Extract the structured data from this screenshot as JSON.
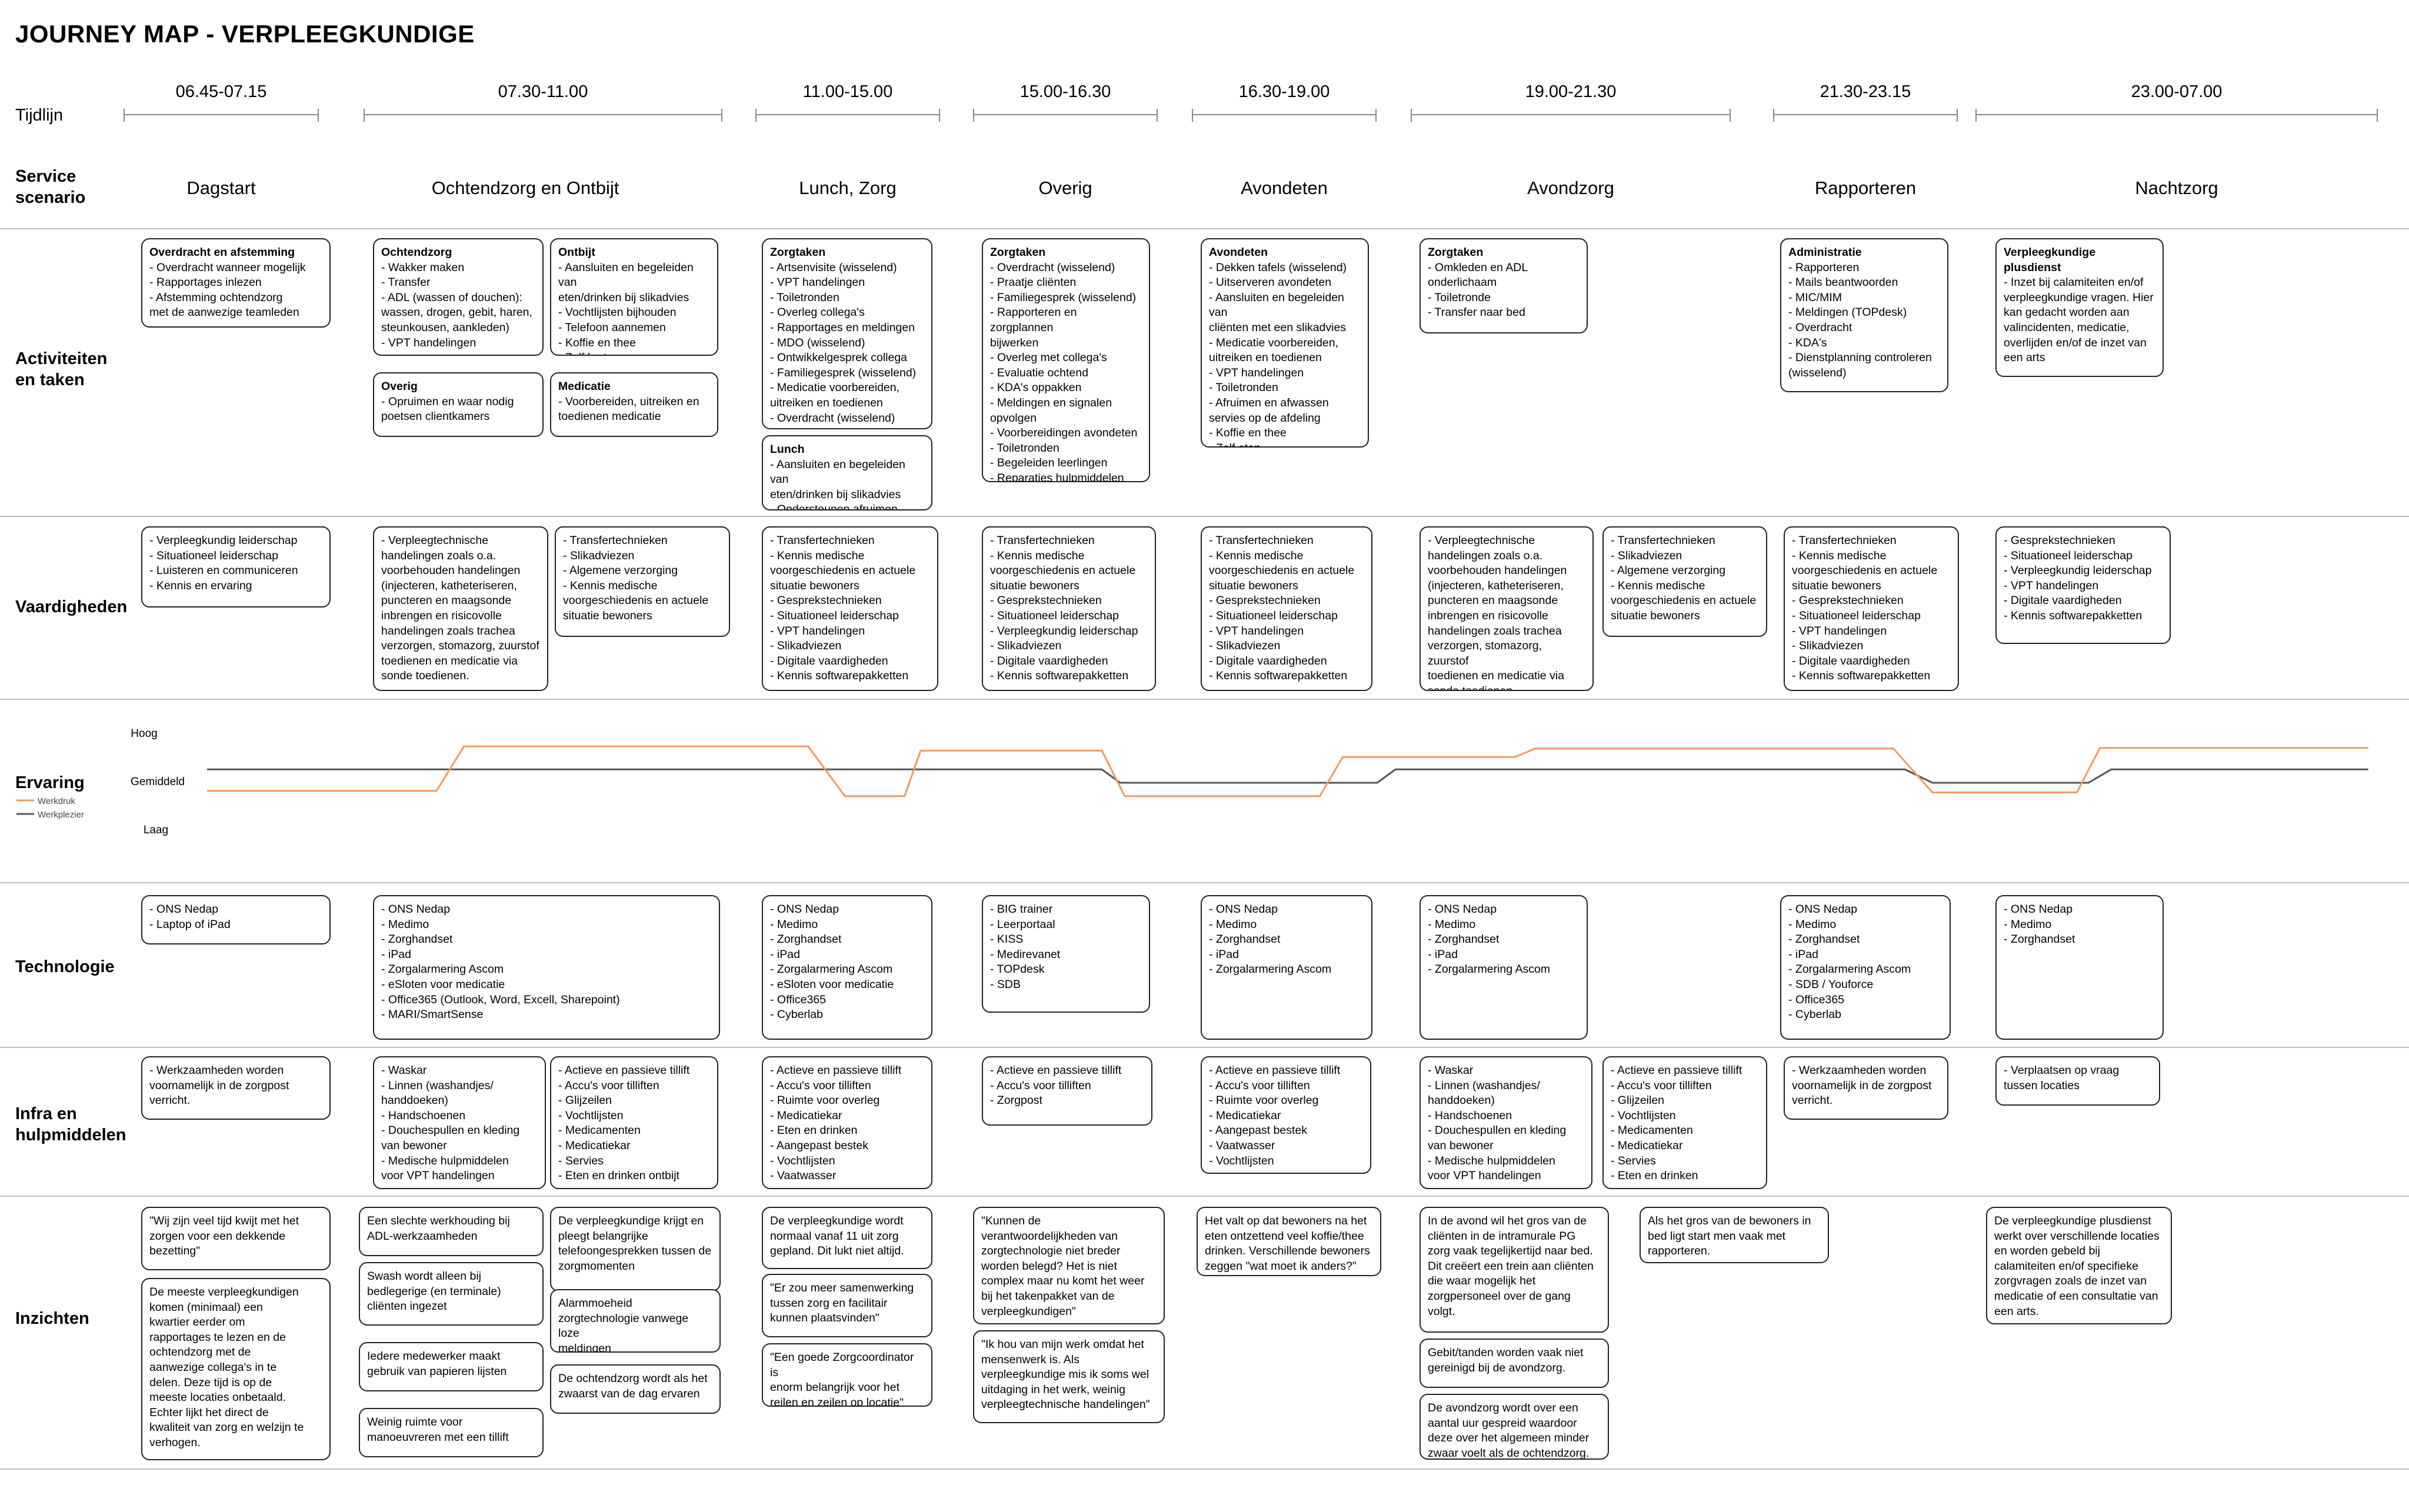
{
  "title": "JOURNEY MAP - VERPLEEGKUNDIGE",
  "row_labels": {
    "tijdlijn": "Tijdlijn",
    "service": [
      "Service",
      "scenario"
    ],
    "activiteiten": [
      "Activiteiten",
      "en taken"
    ],
    "vaardigheden": "Vaardigheden",
    "ervaring": "Ervaring",
    "technologie": "Technologie",
    "infra": [
      "Infra en",
      "hulpmiddelen"
    ],
    "inzichten": "Inzichten"
  },
  "columns": [
    {
      "time": "06.45-07.15",
      "phase": "Dagstart"
    },
    {
      "time": "07.30-11.00",
      "phase": "Ochtendzorg en Ontbijt"
    },
    {
      "time": "11.00-15.00",
      "phase": "Lunch, Zorg"
    },
    {
      "time": "15.00-16.30",
      "phase": "Overig"
    },
    {
      "time": "16.30-19.00",
      "phase": "Avondeten"
    },
    {
      "time": "19.00-21.30",
      "phase": "Avondzorg"
    },
    {
      "time": "21.30-23.15",
      "phase": "Rapporteren"
    },
    {
      "time": "23.00-07.00",
      "phase": "Nachtzorg"
    }
  ],
  "activiteiten": [
    {
      "title": "Overdracht en afstemming",
      "lines": [
        "- Overdracht wanneer mogelijk",
        "- Rapportages inlezen",
        "- Afstemming ochtendzorg",
        "met de aanwezige teamleden"
      ]
    },
    {
      "title": "Ochtendzorg",
      "lines": [
        "- Wakker maken",
        "- Transfer",
        "- ADL (wassen of douchen):",
        "wassen, drogen, gebit, haren,",
        "steunkousen, aankleden)",
        "- VPT handelingen"
      ]
    },
    {
      "title": "Ontbijt",
      "lines": [
        "- Aansluiten en begeleiden van",
        "eten/drinken bij slikadvies",
        "- Vochtlijsten bijhouden",
        "- Telefoon aannemen",
        "- Koffie en thee",
        "- Zelf korte pauze"
      ]
    },
    {
      "title": "Overig",
      "lines": [
        "- Opruimen en waar nodig",
        "poetsen clientkamers"
      ]
    },
    {
      "title": "Medicatie",
      "lines": [
        "- Voorbereiden, uitreiken en",
        "toedienen medicatie"
      ]
    },
    {
      "title": "Zorgtaken",
      "lines": [
        "- Artsenvisite (wisselend)",
        "- VPT handelingen",
        "- Toiletronden",
        "- Overleg collega's",
        "- Rapportages en meldingen",
        "- MDO (wisselend)",
        "- Ontwikkelgesprek collega",
        "- Familiegesprek (wisselend)",
        "- Medicatie voorbereiden,",
        "uitreiken en toedienen",
        "- Overdracht (wisselend)"
      ]
    },
    {
      "title": "Lunch",
      "lines": [
        "- Aansluiten en begeleiden van",
        "eten/drinken bij slikadvies",
        "- Ondersteunen afruimen"
      ]
    },
    {
      "title": "Zorgtaken",
      "lines": [
        "- Overdracht (wisselend)",
        "- Praatje cliënten",
        "- Familiegesprek (wisselend)",
        "- Rapporteren en zorgplannen",
        "bijwerken",
        "- Overleg met collega's",
        "- Evaluatie ochtend",
        "- KDA's oppakken",
        "- Meldingen en signalen",
        "opvolgen",
        "- Voorbereidingen avondeten",
        "- Toiletronden",
        "- Begeleiden leerlingen",
        "- Reparaties hulpmiddelen"
      ]
    },
    {
      "title": "Avondeten",
      "lines": [
        "- Dekken tafels (wisselend)",
        "- Uitserveren avondeten",
        "- Aansluiten en begeleiden van",
        "cliënten met een slikadvies",
        "- Medicatie voorbereiden,",
        "uitreiken en toedienen",
        "- VPT handelingen",
        "- Toiletronden",
        "- Afruimen en afwassen",
        "servies op de afdeling",
        "- Koffie en thee",
        "- Zelf eten"
      ]
    },
    {
      "title": "Zorgtaken",
      "lines": [
        "- Omkleden en ADL",
        "onderlichaam",
        "- Toiletronde",
        "- Transfer naar bed"
      ]
    },
    {
      "title": "Administratie",
      "lines": [
        "- Rapporteren",
        "- Mails beantwoorden",
        "- MIC/MIM",
        "- Meldingen (TOPdesk)",
        "- Overdracht",
        "- KDA's",
        "- Dienstplanning controleren",
        "(wisselend)"
      ]
    },
    {
      "title": "Verpleegkundige plusdienst",
      "lines": [
        "- Inzet bij calamiteiten en/of",
        "verpleegkundige vragen. Hier",
        "kan gedacht worden aan",
        "valincidenten, medicatie,",
        "overlijden en/of de inzet van",
        "een arts"
      ]
    }
  ],
  "vaardigheden": [
    {
      "lines": [
        "- Verpleegkundig leiderschap",
        "- Situationeel leiderschap",
        "- Luisteren en communiceren",
        "- Kennis en ervaring"
      ]
    },
    {
      "lines": [
        "- Verpleegtechnische",
        "handelingen zoals o.a.",
        "voorbehouden handelingen",
        "(injecteren, katheteriseren,",
        "puncteren en maagsonde",
        "inbrengen en risicovolle",
        "handelingen zoals trachea",
        "verzorgen, stomazorg, zuurstof",
        "toedienen en medicatie via",
        "sonde toedienen."
      ]
    },
    {
      "lines": [
        "- Transfertechnieken",
        "- Slikadviezen",
        "- Algemene verzorging",
        "- Kennis medische",
        "voorgeschiedenis en actuele",
        "situatie bewoners"
      ]
    },
    {
      "lines": [
        "- Transfertechnieken",
        "- Kennis medische",
        "voorgeschiedenis en actuele",
        "situatie bewoners",
        "- Gesprekstechnieken",
        "- Situationeel leiderschap",
        "- VPT handelingen",
        "- Slikadviezen",
        "- Digitale vaardigheden",
        "- Kennis softwarepakketten"
      ]
    },
    {
      "lines": [
        "- Transfertechnieken",
        "- Kennis medische",
        "voorgeschiedenis en actuele",
        "situatie bewoners",
        "- Gesprekstechnieken",
        "- Situationeel leiderschap",
        "- Verpleegkundig leiderschap",
        "- Slikadviezen",
        "- Digitale vaardigheden",
        "- Kennis softwarepakketten"
      ]
    },
    {
      "lines": [
        "- Transfertechnieken",
        "- Kennis medische",
        "voorgeschiedenis en actuele",
        "situatie bewoners",
        "- Gesprekstechnieken",
        "- Situationeel leiderschap",
        "- VPT handelingen",
        "- Slikadviezen",
        "- Digitale vaardigheden",
        "- Kennis softwarepakketten"
      ]
    },
    {
      "lines": [
        "- Verpleegtechnische",
        "handelingen zoals o.a.",
        "voorbehouden handelingen",
        "(injecteren, katheteriseren,",
        "puncteren en maagsonde",
        "inbrengen en risicovolle",
        "handelingen zoals trachea",
        "verzorgen, stomazorg, zuurstof",
        "toedienen en medicatie via",
        "sonde toedienen."
      ]
    },
    {
      "lines": [
        "- Transfertechnieken",
        "- Slikadviezen",
        "- Algemene verzorging",
        "- Kennis medische",
        "voorgeschiedenis en actuele",
        "situatie bewoners"
      ]
    },
    {
      "lines": [
        "- Transfertechnieken",
        "- Kennis medische",
        "voorgeschiedenis en actuele",
        "situatie bewoners",
        "- Gesprekstechnieken",
        "- Situationeel leiderschap",
        "- VPT handelingen",
        "- Slikadviezen",
        "- Digitale vaardigheden",
        "- Kennis softwarepakketten"
      ]
    },
    {
      "lines": [
        "- Gesprekstechnieken",
        "- Situationeel leiderschap",
        "- Verpleegkundig leiderschap",
        "- VPT handelingen",
        "- Digitale vaardigheden",
        "- Kennis softwarepakketten"
      ]
    }
  ],
  "chart_data": {
    "type": "line",
    "levels": [
      "Laag",
      "Gemiddeld",
      "Hoog"
    ],
    "ylim": [
      0,
      2
    ],
    "x_unit": "column position (0-8)",
    "series": [
      {
        "name": "Werkdruk",
        "color": "#f39a5e",
        "points": [
          [
            0.0,
            0.85
          ],
          [
            1.0,
            0.85
          ],
          [
            1.12,
            1.68
          ],
          [
            2.62,
            1.68
          ],
          [
            2.78,
            0.75
          ],
          [
            3.04,
            0.75
          ],
          [
            3.11,
            1.6
          ],
          [
            3.9,
            1.6
          ],
          [
            4.0,
            0.75
          ],
          [
            4.85,
            0.75
          ],
          [
            4.95,
            1.48
          ],
          [
            5.7,
            1.48
          ],
          [
            5.79,
            1.64
          ],
          [
            7.35,
            1.64
          ],
          [
            7.52,
            0.82
          ],
          [
            8.15,
            0.82
          ],
          [
            8.25,
            1.65
          ],
          [
            9.42,
            1.65
          ]
        ]
      },
      {
        "name": "Werkplezier",
        "color": "#555555",
        "points": [
          [
            0.0,
            1.25
          ],
          [
            3.9,
            1.25
          ],
          [
            3.98,
            1.0
          ],
          [
            5.1,
            1.0
          ],
          [
            5.18,
            1.25
          ],
          [
            7.4,
            1.25
          ],
          [
            7.52,
            1.0
          ],
          [
            8.2,
            1.0
          ],
          [
            8.3,
            1.25
          ],
          [
            9.42,
            1.25
          ]
        ]
      }
    ]
  },
  "technologie": [
    {
      "lines": [
        "- ONS Nedap",
        "- Laptop of iPad"
      ]
    },
    {
      "lines": [
        "- ONS Nedap",
        "- Medimo",
        "- Zorghandset",
        "- iPad",
        "- Zorgalarmering Ascom",
        "- eSloten voor medicatie",
        "- Office365 (Outlook, Word, Excell, Sharepoint)",
        "- MARI/SmartSense"
      ]
    },
    {
      "lines": [
        "- ONS Nedap",
        "- Medimo",
        "- Zorghandset",
        "- iPad",
        "- Zorgalarmering Ascom",
        "- eSloten voor medicatie",
        "- Office365",
        "- Cyberlab"
      ]
    },
    {
      "lines": [
        "- BIG trainer",
        "- Leerportaal",
        "- KISS",
        "- Medirevanet",
        "- TOPdesk",
        "- SDB"
      ]
    },
    {
      "lines": [
        "- ONS Nedap",
        "- Medimo",
        "- Zorghandset",
        "- iPad",
        "- Zorgalarmering Ascom"
      ]
    },
    {
      "lines": [
        "- ONS Nedap",
        "- Medimo",
        "- Zorghandset",
        "- iPad",
        "- Zorgalarmering Ascom"
      ]
    },
    {
      "lines": [
        "- ONS Nedap",
        "- Medimo",
        "- Zorghandset",
        "- iPad",
        "- Zorgalarmering Ascom",
        "- SDB / Youforce",
        "- Office365",
        "- Cyberlab"
      ]
    },
    {
      "lines": [
        "- ONS Nedap",
        "- Medimo",
        "- Zorghandset"
      ]
    }
  ],
  "infra": [
    {
      "lines": [
        "- Werkzaamheden worden",
        "voornamelijk in de zorgpost",
        "verricht."
      ]
    },
    {
      "lines": [
        "- Waskar",
        "- Linnen (washandjes/",
        "handdoeken)",
        "- Handschoenen",
        "- Douchespullen en kleding",
        "van bewoner",
        "- Medische hulpmiddelen",
        "voor VPT handelingen"
      ]
    },
    {
      "lines": [
        "- Actieve en passieve tillift",
        "- Accu's voor tilliften",
        "- Glijzeilen",
        "- Vochtlijsten",
        "- Medicamenten",
        "- Medicatiekar",
        "- Servies",
        "- Eten en drinken ontbijt"
      ]
    },
    {
      "lines": [
        "- Actieve en passieve tillift",
        "- Accu's voor tilliften",
        "- Ruimte voor overleg",
        "- Medicatiekar",
        "- Eten en drinken",
        "- Aangepast bestek",
        "- Vochtlijsten",
        "- Vaatwasser"
      ]
    },
    {
      "lines": [
        "- Actieve en passieve tillift",
        "- Accu's voor tilliften",
        "- Zorgpost"
      ]
    },
    {
      "lines": [
        "- Actieve en passieve tillift",
        "- Accu's voor tilliften",
        "- Ruimte voor overleg",
        "- Medicatiekar",
        "- Aangepast bestek",
        "- Vaatwasser",
        "- Vochtlijsten"
      ]
    },
    {
      "lines": [
        "- Waskar",
        "- Linnen (washandjes/",
        "handdoeken)",
        "- Handschoenen",
        "- Douchespullen en kleding",
        "van bewoner",
        "- Medische hulpmiddelen",
        "voor VPT handelingen"
      ]
    },
    {
      "lines": [
        "- Actieve en passieve tillift",
        "- Accu's voor tilliften",
        "- Glijzeilen",
        "- Vochtlijsten",
        "- Medicamenten",
        "- Medicatiekar",
        "- Servies",
        "- Eten en drinken"
      ]
    },
    {
      "lines": [
        "- Werkzaamheden worden",
        "voornamelijk in de zorgpost",
        "verricht."
      ]
    },
    {
      "lines": [
        "- Verplaatsen op vraag",
        "tussen locaties"
      ]
    }
  ],
  "inzichten": [
    {
      "lines": [
        "\"Wij zijn veel tijd kwijt met het",
        "zorgen voor een dekkende",
        "bezetting\""
      ]
    },
    {
      "lines": [
        "De meeste verpleegkundigen",
        "komen (minimaal) een",
        "kwartier eerder om",
        "rapportages te lezen en de",
        "ochtendzorg met de",
        "aanwezige collega's in te",
        "delen. Deze tijd is op de",
        "meeste locaties onbetaald.",
        "Echter lijkt het direct de",
        "kwaliteit van zorg en welzijn te",
        "verhogen."
      ]
    },
    {
      "lines": [
        "Een slechte werkhouding bij",
        "ADL-werkzaamheden"
      ]
    },
    {
      "lines": [
        "Swash wordt alleen bij",
        "bedlegerige (en terminale)",
        "cliënten ingezet"
      ]
    },
    {
      "lines": [
        "Iedere medewerker maakt",
        "gebruik van papieren lijsten"
      ]
    },
    {
      "lines": [
        "Weinig ruimte voor",
        "manoeuvreren met een tillift"
      ]
    },
    {
      "lines": [
        "De verpleegkundige krijgt en",
        "pleegt belangrijke",
        "telefoongesprekken tussen de",
        "zorgmomenten"
      ]
    },
    {
      "lines": [
        "Alarmmoeheid",
        "zorgtechnologie vanwege loze",
        "meldingen"
      ]
    },
    {
      "lines": [
        "De ochtendzorg wordt als het",
        "zwaarst van de dag ervaren"
      ]
    },
    {
      "lines": [
        "De verpleegkundige wordt",
        "normaal vanaf 11 uit zorg",
        "gepland. Dit lukt niet altijd."
      ]
    },
    {
      "lines": [
        "\"Er zou meer samenwerking",
        "tussen zorg en facilitair",
        "kunnen plaatsvinden\""
      ]
    },
    {
      "lines": [
        "\"Een goede Zorgcoordinator is",
        "enorm belangrijk voor het",
        "reilen en zeilen op locatie\""
      ]
    },
    {
      "lines": [
        "\"Kunnen de",
        "verantwoordelijkheden van",
        "zorgtechnologie niet breder",
        "worden belegd? Het is niet",
        "complex maar nu komt het weer",
        "bij het takenpakket van de",
        "verpleegkundigen\""
      ]
    },
    {
      "lines": [
        "\"Ik hou van mijn werk omdat het",
        "mensenwerk is. Als",
        "verpleegkundige mis ik soms wel",
        "uitdaging in het werk, weinig",
        "verpleegtechnische handelingen\""
      ]
    },
    {
      "lines": [
        "Het valt op dat bewoners na het",
        "eten ontzettend veel koffie/thee",
        "drinken. Verschillende bewoners",
        "zeggen \"wat moet ik anders?\""
      ]
    },
    {
      "lines": [
        "In de avond wil het gros van de",
        "cliënten in de intramurale PG",
        "zorg vaak tegelijkertijd naar bed.",
        "Dit creëert een trein aan cliënten",
        "die waar mogelijk het",
        "zorgpersoneel over de gang",
        "volgt."
      ]
    },
    {
      "lines": [
        "Gebit/tanden worden vaak niet",
        "gereinigd bij de avondzorg."
      ]
    },
    {
      "lines": [
        "De avondzorg wordt over een",
        "aantal uur gespreid waardoor",
        "deze over het algemeen minder",
        "zwaar voelt als de ochtendzorg."
      ]
    },
    {
      "lines": [
        "Als het gros van de bewoners in",
        "bed ligt start men vaak met",
        "rapporteren."
      ]
    },
    {
      "lines": [
        "De verpleegkundige plusdienst",
        "werkt over verschillende locaties",
        "en worden gebeld bij",
        "calamiteiten en/of specifieke",
        "zorgvragen zoals de inzet van",
        "medicatie of een consultatie van",
        "een arts."
      ]
    }
  ]
}
